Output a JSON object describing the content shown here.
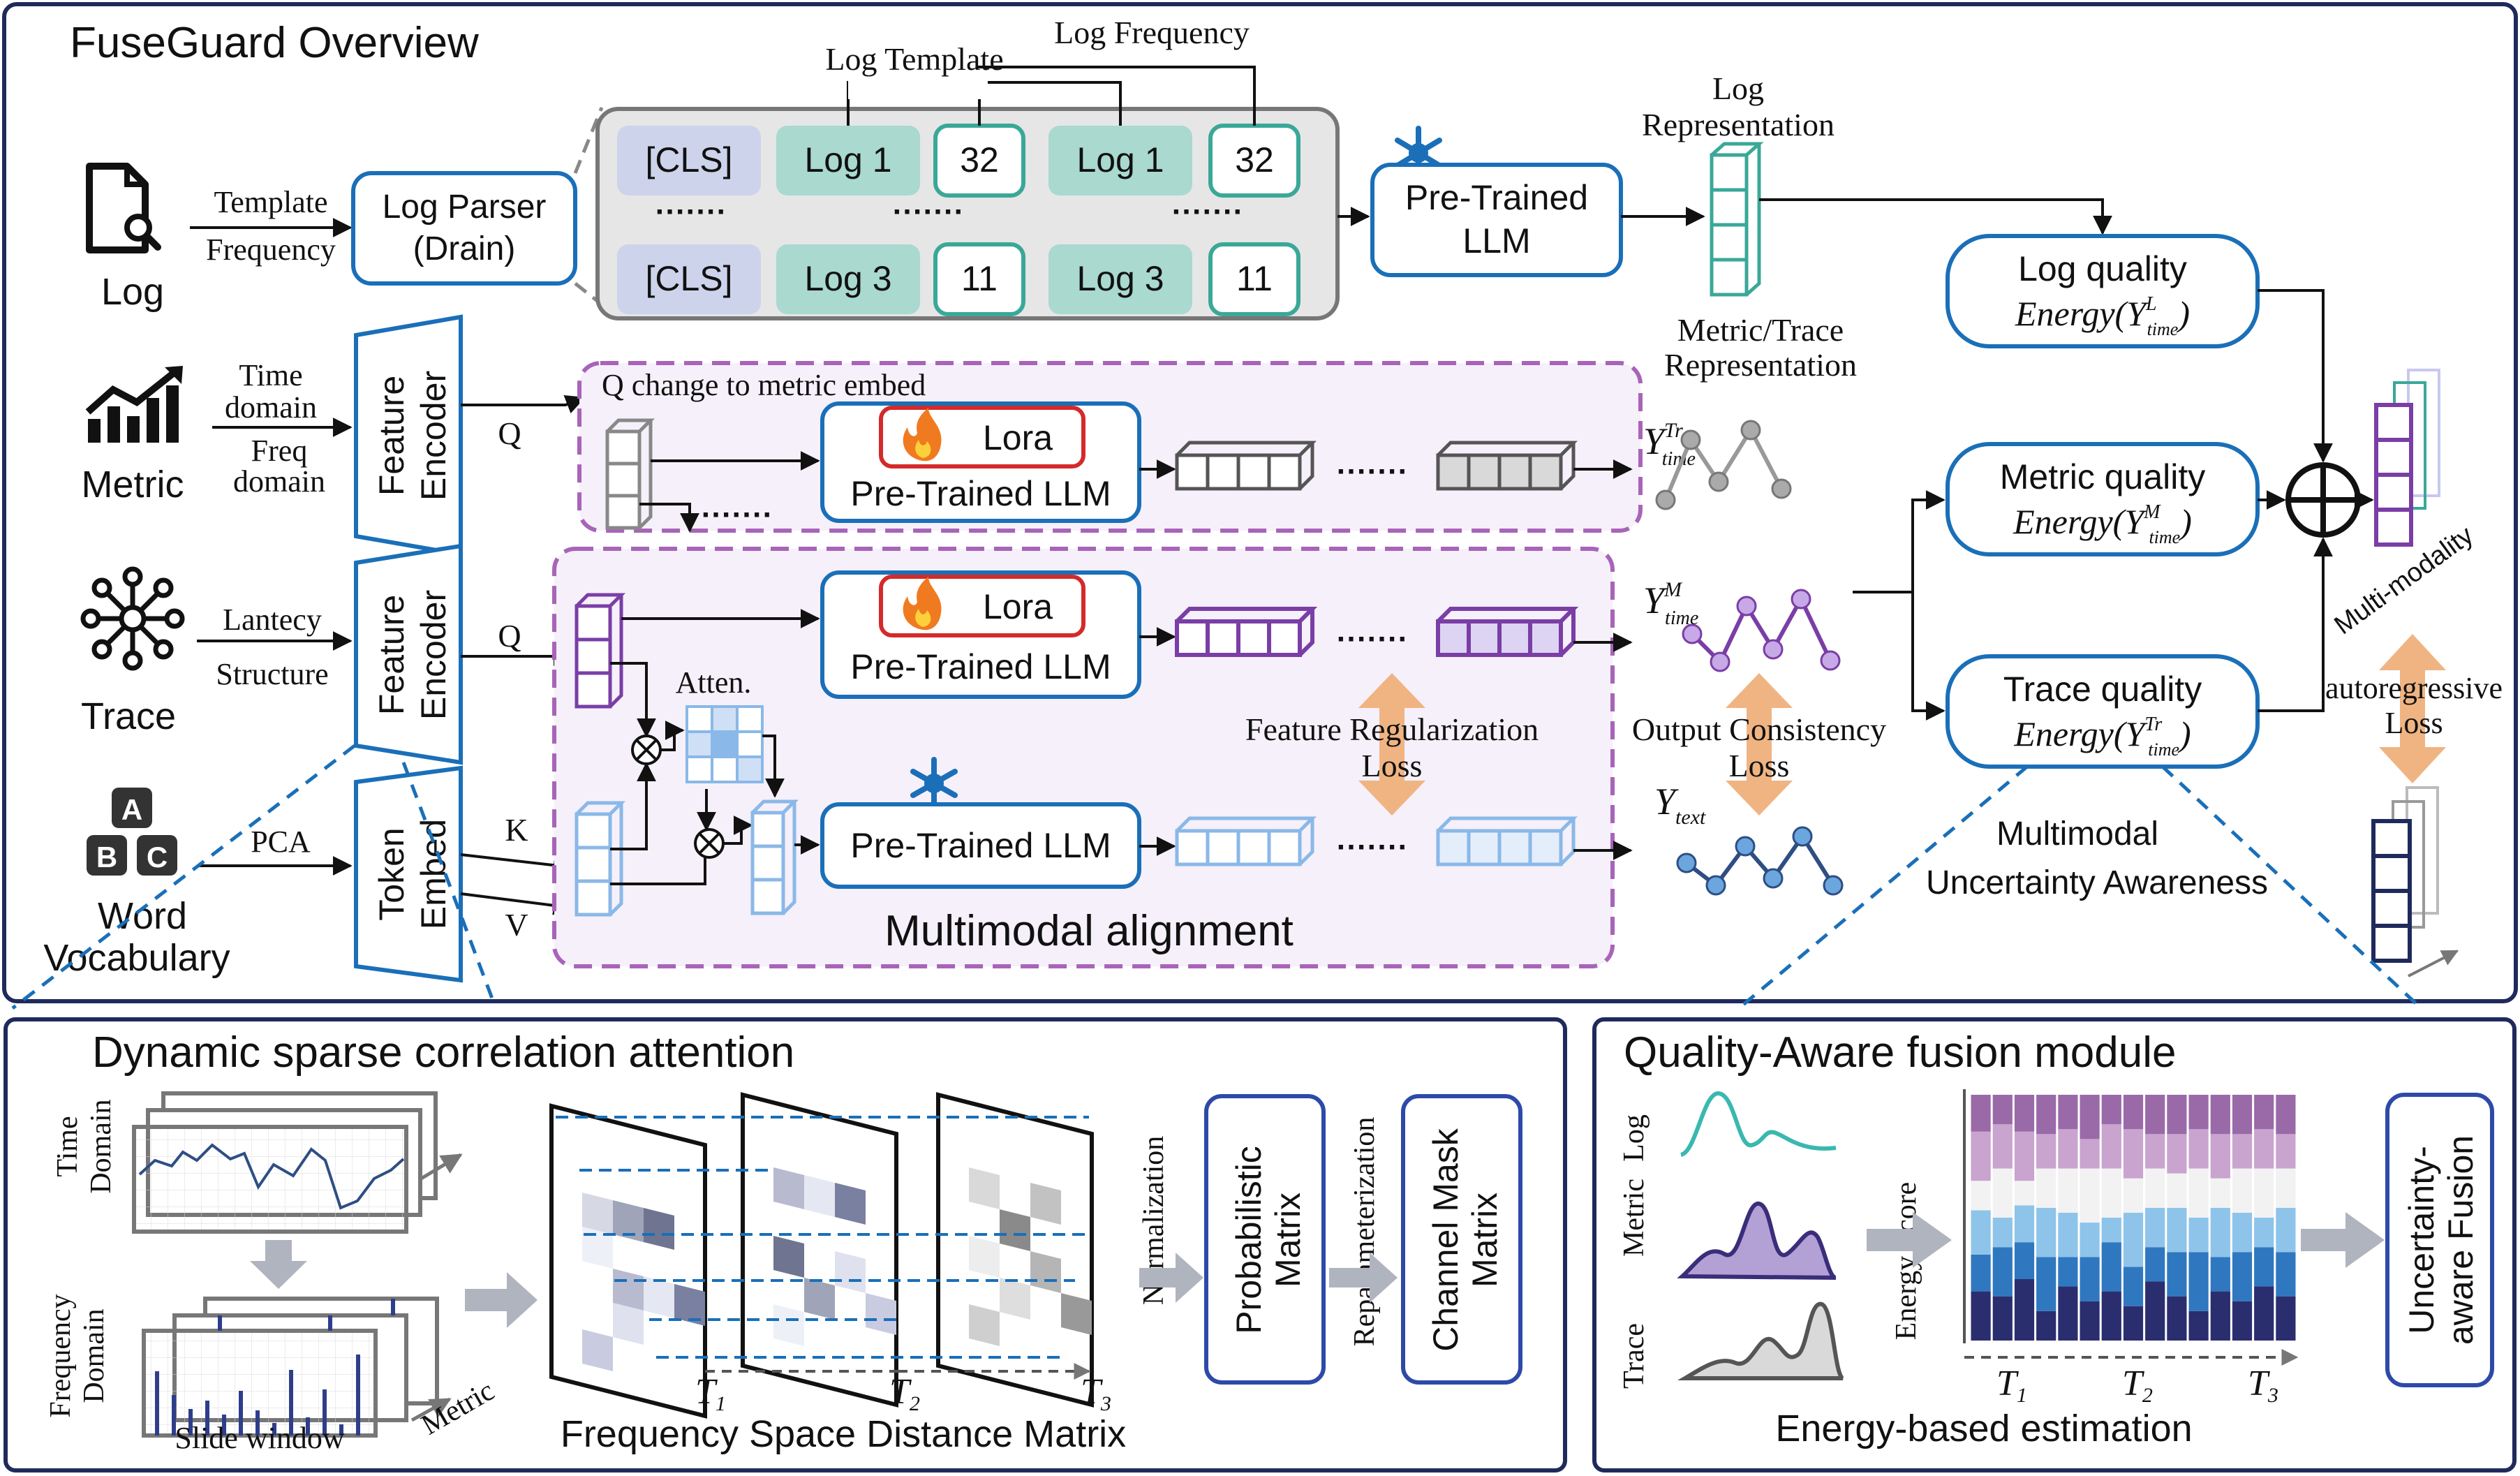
{
  "overview": {
    "title": "FuseGuard Overview",
    "inputs": {
      "log": "Log",
      "metric": "Metric",
      "trace": "Trace",
      "vocab_line1": "Word",
      "vocab_line2": "Vocabulary",
      "vocab_letters": [
        "A",
        "B",
        "C"
      ]
    },
    "edges": {
      "template": "Template",
      "frequency": "Frequency",
      "time_domain_1": "Time",
      "time_domain_2": "domain",
      "freq_domain_1": "Freq",
      "freq_domain_2": "domain",
      "lantecy": "Lantecy",
      "structure": "Structure",
      "pca": "PCA",
      "q": "Q",
      "k": "K",
      "v": "V"
    },
    "log_parser_1": "Log Parser",
    "log_parser_2": "(Drain)",
    "feature_1": "Feature",
    "encoder": "Encoder",
    "token": "Token",
    "embed": "Embed",
    "log_template": "Log Template",
    "log_frequency": "Log Frequency",
    "token_rows": [
      {
        "cls": "[CLS]",
        "log_a": "Log 1",
        "num_a": "32",
        "log_b": "Log 1",
        "num_b": "32"
      },
      {
        "cls": "[CLS]",
        "log_a": "Log 3",
        "num_a": "11",
        "log_b": "Log 3",
        "num_b": "11"
      }
    ],
    "ellipsis": "·······",
    "ptllm_1": "Pre-Trained",
    "ptllm_2": "LLM",
    "log_repr_1": "Log",
    "log_repr_2": "Representation",
    "mt_repr_1": "Metric/Trace",
    "mt_repr_2": "Representation",
    "q_change": "Q change to metric embed",
    "lora": "Lora",
    "pretrained_llm": "Pre-Trained LLM",
    "atten": "Atten.",
    "feature_reg_1": "Feature Regularization",
    "feature_reg_2": "Loss",
    "output_cons_1": "Output Consistency",
    "output_cons_2": "Loss",
    "multimodal_alignment": "Multimodal alignment",
    "y_main": "Y",
    "y_tr_sub": "time",
    "y_tr_sup": "Tr",
    "y_m_sub": "time",
    "y_m_sup": "M",
    "y_text_sub": "text",
    "quality": {
      "log": "Log quality",
      "metric": "Metric quality",
      "trace": "Trace quality",
      "energy": "Energy(",
      "sup_l": "L",
      "sup_m": "M",
      "sup_tr": "Tr",
      "sub": "time",
      "close": ")"
    },
    "multi_modality": "Multi-modality",
    "autoregressive_1": "autoregressive",
    "autoregressive_2": "Loss",
    "mua_1": "Multimodal",
    "mua_2": "Uncertainty Awareness"
  },
  "dsca": {
    "title": "Dynamic sparse correlation attention",
    "time_domain_1": "Time",
    "time_domain_2": "Domain",
    "freq_domain_1": "Frequency",
    "freq_domain_2": "Domain",
    "slide_window": "Slide window",
    "metric": "Metric",
    "t1": "T",
    "t1_sub": "1",
    "t2": "T",
    "t2_sub": "2",
    "t3": "T",
    "t3_sub": "3",
    "fsdm": "Frequency Space Distance Matrix",
    "normalization": "Normalization",
    "reparameterization": "Reparameterization",
    "prob_1": "Probabilistic",
    "prob_2": "Matrix",
    "mask_1": "Channel  Mask",
    "mask_2": "Matrix"
  },
  "qafm": {
    "title": "Quality-Aware fusion module",
    "log": "Log",
    "metric": "Metric",
    "trace": "Trace",
    "energy_score": "Energy Score",
    "uaf_1": "Uncertainty-",
    "uaf_2": "aware Fusion",
    "energy_est": "Energy-based estimation",
    "t1": "T",
    "t1_sub": "1",
    "t2": "T",
    "t2_sub": "2",
    "t3": "T",
    "t3_sub": "3"
  },
  "colors": {
    "frame": "#1f2a5c",
    "blue_box": "#1a6fb8",
    "teal": "#3aa898",
    "teal_fill": "#a9d9cf",
    "cls_fill": "#cdd3ea",
    "purple": "#7a3ea6",
    "light_blue": "#8ab8e8",
    "lora_red": "#d42a2a",
    "dash_purple": "#a864b8",
    "orange": "#f0b482",
    "panel_gray": "#e6e6e6"
  }
}
